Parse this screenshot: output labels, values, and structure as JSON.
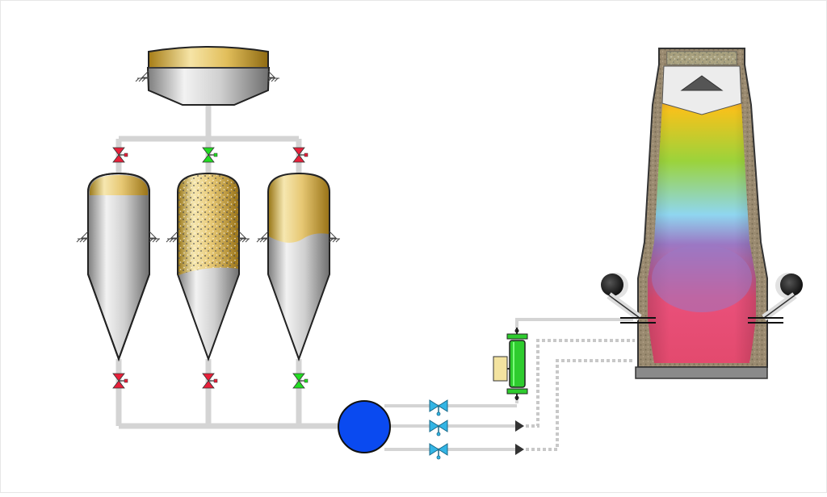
{
  "diagram": {
    "background": "#ffffff",
    "colors": {
      "pipe": "#d4d4d4",
      "pipe_dotted": "#c8c8c8",
      "valve_open": "#22dd22",
      "valve_closed": "#e8203a",
      "control_valve": "#33b5e5",
      "pump": "#0a4af0",
      "injector_body": "#2ecc2e",
      "injector_box": "#f3e3a0",
      "gold": "#c7a031",
      "steel": "#b9b9b9",
      "furnace_wall": "#8a7c66",
      "furnace_base": "#8a8a8a"
    },
    "receiving_bin": {
      "name": "receiving-bin",
      "state": "partially-filled"
    },
    "silos": [
      {
        "name": "silo-1",
        "fill_state": "empty",
        "top_valve": "closed",
        "bottom_valve": "closed"
      },
      {
        "name": "silo-2",
        "fill_state": "fluidizing",
        "top_valve": "open",
        "bottom_valve": "closed"
      },
      {
        "name": "silo-3",
        "fill_state": "filled",
        "top_valve": "closed",
        "bottom_valve": "open"
      }
    ],
    "pump": {
      "name": "transfer-pump",
      "shape": "circle"
    },
    "injection_lines": [
      {
        "name": "injection-line-1",
        "control_valve": "present",
        "destination": "injector"
      },
      {
        "name": "injection-line-2",
        "control_valve": "present",
        "destination": "arrow-dotted"
      },
      {
        "name": "injection-line-3",
        "control_valve": "present",
        "destination": "arrow-dotted"
      }
    ],
    "injector": {
      "name": "coal-injector",
      "icon": "injector-icon"
    },
    "blast_furnace": {
      "name": "blast-furnace",
      "gradient_stops": [
        "#e34b4b",
        "#f4c21c",
        "#9bd33b",
        "#8fd6f0",
        "#9b78c4",
        "#e9507a",
        "#e34a6e"
      ],
      "tuyeres": 2
    }
  }
}
